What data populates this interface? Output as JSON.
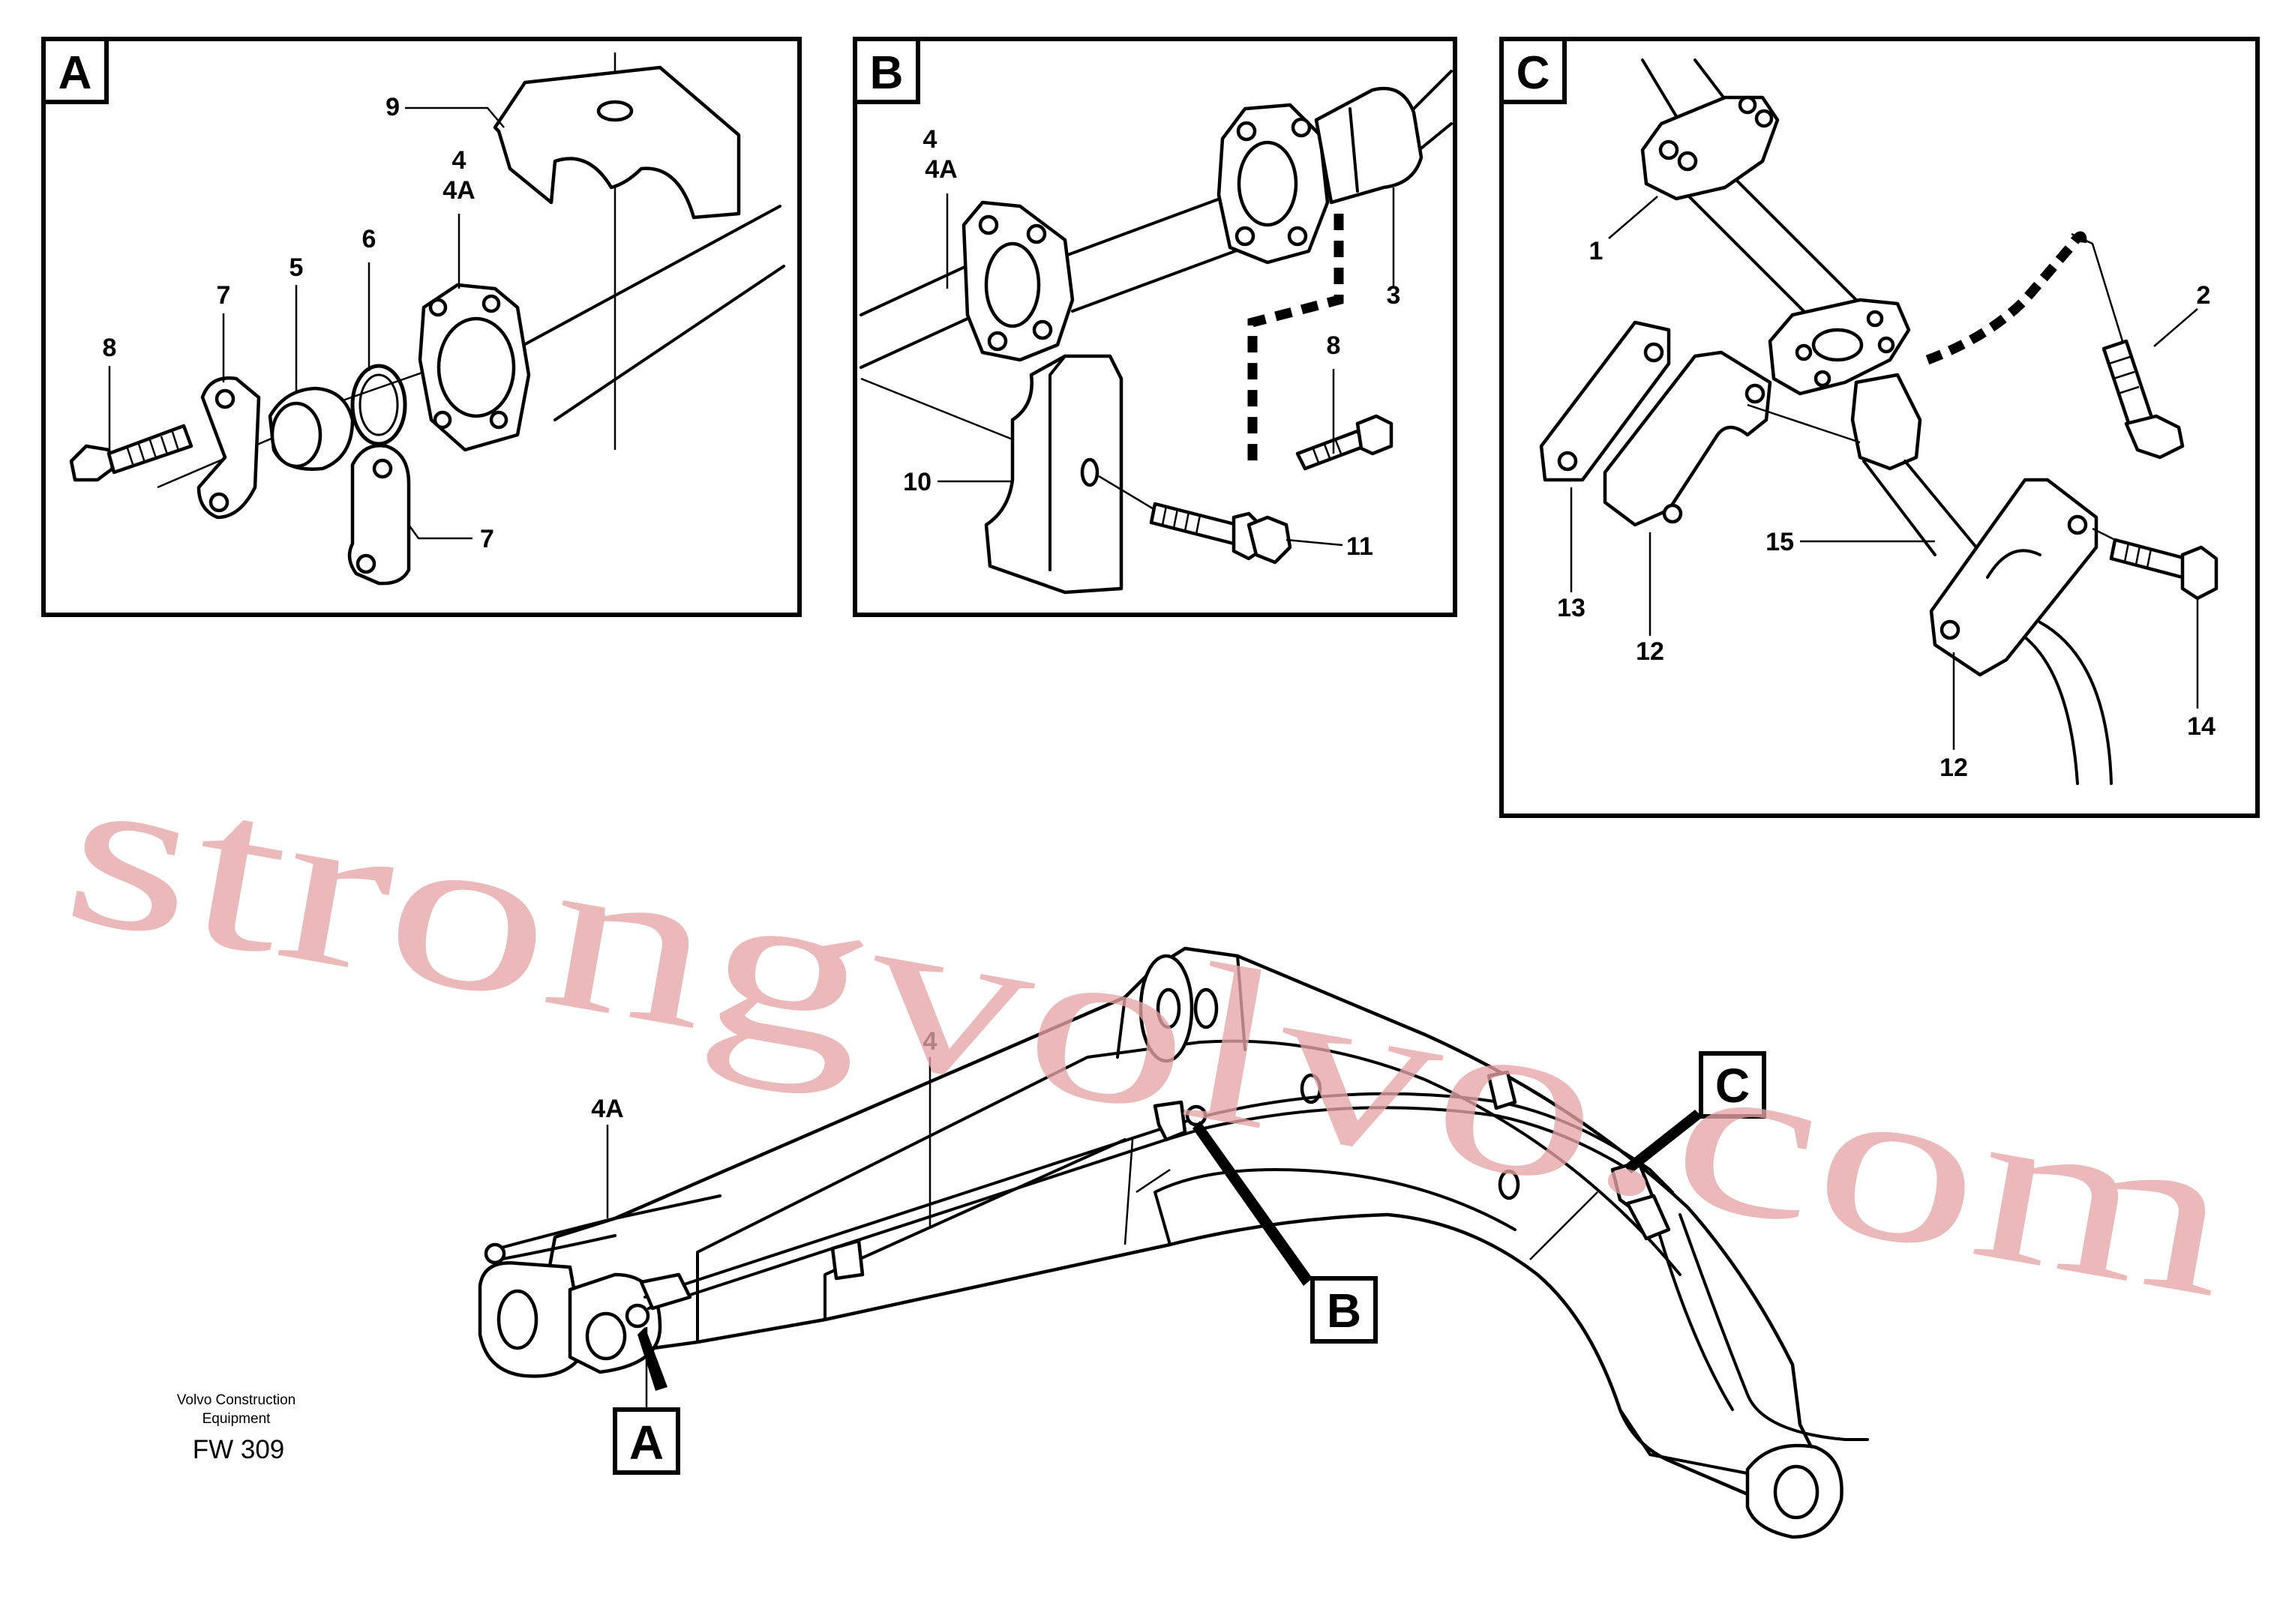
{
  "panels": {
    "A": {
      "letter": "A",
      "labels": {
        "p9": "9",
        "p4": "4",
        "p4a": "4A",
        "p6": "6",
        "p5": "5",
        "p7a": "7",
        "p8": "8",
        "p7b": "7"
      }
    },
    "B": {
      "letter": "B",
      "labels": {
        "p4": "4",
        "p4a": "4A",
        "p3": "3",
        "p8": "8",
        "p10": "10",
        "p11": "11"
      }
    },
    "C": {
      "letter": "C",
      "labels": {
        "p1": "1",
        "p2": "2",
        "p15": "15",
        "p13": "13",
        "p12a": "12",
        "p14": "14",
        "p12b": "12"
      }
    }
  },
  "main": {
    "labels": {
      "p4a": "4A",
      "p4": "4"
    },
    "callouts": {
      "a": "A",
      "b": "B",
      "c": "C"
    }
  },
  "watermark": "strongvolvo.com",
  "caption": {
    "line1": "Volvo Construction",
    "line2": "Equipment",
    "code": "FW 309"
  }
}
